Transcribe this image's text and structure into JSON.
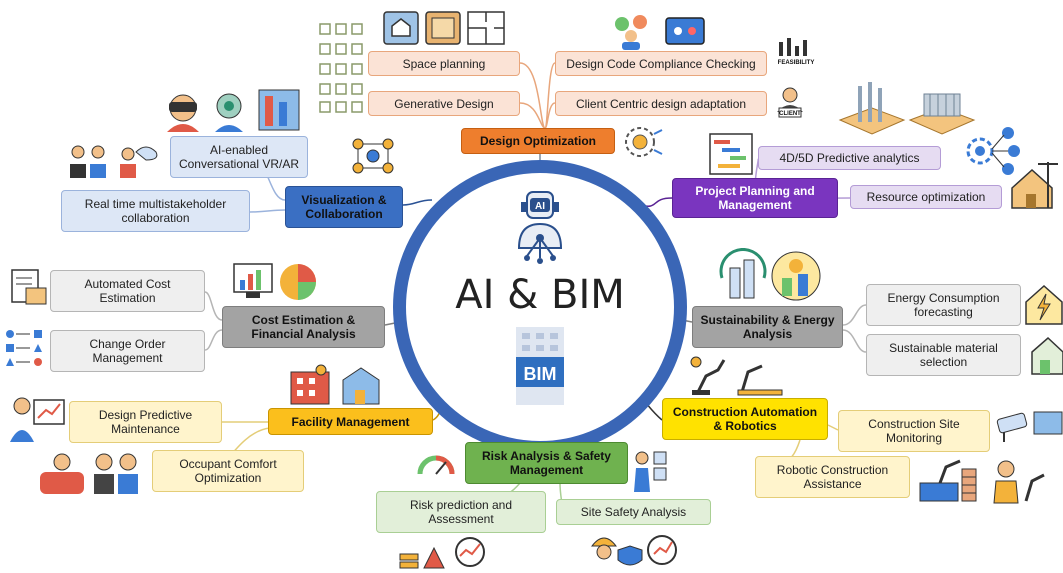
{
  "center": {
    "title": "AI & BIM",
    "robot_label": "AI",
    "bim_label": "BIM"
  },
  "categories": {
    "design_optimization": "Design Optimization",
    "project_planning": "Project Planning and Management",
    "visualization": "Visualization & Collaboration",
    "cost_estimation": "Cost Estimation & Financial Analysis",
    "sustainability": "Sustainability & Energy Analysis",
    "facility_management": "Facility Management",
    "construction_automation": "Construction Automation & Robotics",
    "risk_analysis": "Risk Analysis & Safety Management"
  },
  "topics": {
    "space_planning": "Space planning",
    "generative_design": "Generative Design",
    "code_compliance": "Design Code Compliance Checking",
    "client_centric": "Client Centric design adaptation",
    "predictive_analytics": "4D/5D Predictive analytics",
    "resource_optimization": "Resource optimization",
    "conversational_vr": "AI-enabled Conversational VR/AR",
    "multistakeholder": "Real time multistakeholder collaboration",
    "automated_cost": "Automated Cost Estimation",
    "change_order": "Change Order Management",
    "energy_forecasting": "Energy Consumption forecasting",
    "sustainable_material": "Sustainable material selection",
    "predictive_maintenance": "Design Predictive Maintenance",
    "occupant_comfort": "Occupant Comfort Optimization",
    "site_monitoring": "Construction Site Monitoring",
    "robotic_assistance": "Robotic Construction Assistance",
    "risk_prediction": "Risk prediction and Assessment",
    "site_safety": "Site Safety Analysis"
  },
  "icon_labels": {
    "feasibility": "FEASIBILITY",
    "client": "CLIENT"
  },
  "colors": {
    "ring": "#3a66b6",
    "orange": "#ee7e2d",
    "purple": "#7a35bf",
    "blue": "#3a6fc3",
    "gray": "#a3a3a3",
    "yellow": "#ffe200",
    "gold": "#fbbf1c",
    "green": "#6fb24f"
  }
}
